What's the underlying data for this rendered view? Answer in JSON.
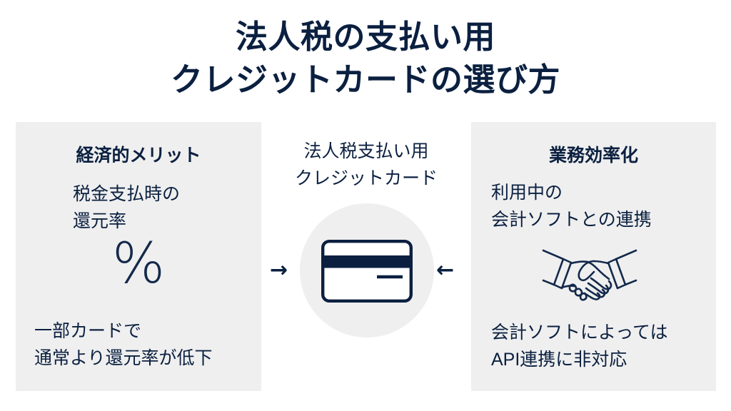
{
  "title": {
    "line1": "法人税の支払い用",
    "line2": "クレジットカードの選び方"
  },
  "colors": {
    "navy": "#0b2040",
    "panel_gray": "#efefef",
    "background": "#ffffff"
  },
  "left_panel": {
    "heading": "経済的メリット",
    "benefit_line1": "税金支払時の",
    "benefit_line2": "還元率",
    "symbol": "%",
    "caution_line1": "一部カードで",
    "caution_line2": "通常より還元率が低下"
  },
  "center_panel": {
    "heading_line1": "法人税支払い用",
    "heading_line2": "クレジットカード",
    "arrow_left": "→",
    "arrow_right": "←",
    "icon": "credit-card-icon"
  },
  "right_panel": {
    "heading": "業務効率化",
    "benefit_line1": "利用中の",
    "benefit_line2": "会計ソフトとの連携",
    "icon": "handshake-icon",
    "caution_line1": "会計ソフトによっては",
    "caution_line2": "API連携に非対応"
  }
}
